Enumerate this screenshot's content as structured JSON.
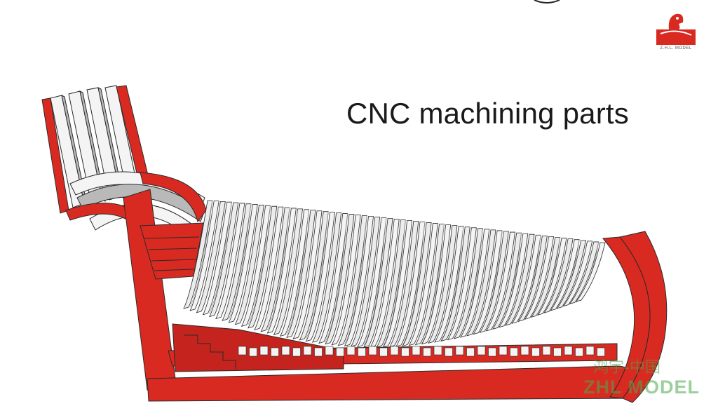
{
  "headline": "CNC machining parts",
  "logo": {
    "caption": "Z.H.L. MODEL"
  },
  "watermark": {
    "chinese": "鸿宇-中国",
    "english": "ZHL MODEL"
  },
  "colors": {
    "keel_red": "#d92a22",
    "frame_white": "#f4f4f4",
    "frame_shade": "#b9b9b9",
    "outline": "#2a2a2a",
    "watermark": "#4aa84a"
  }
}
